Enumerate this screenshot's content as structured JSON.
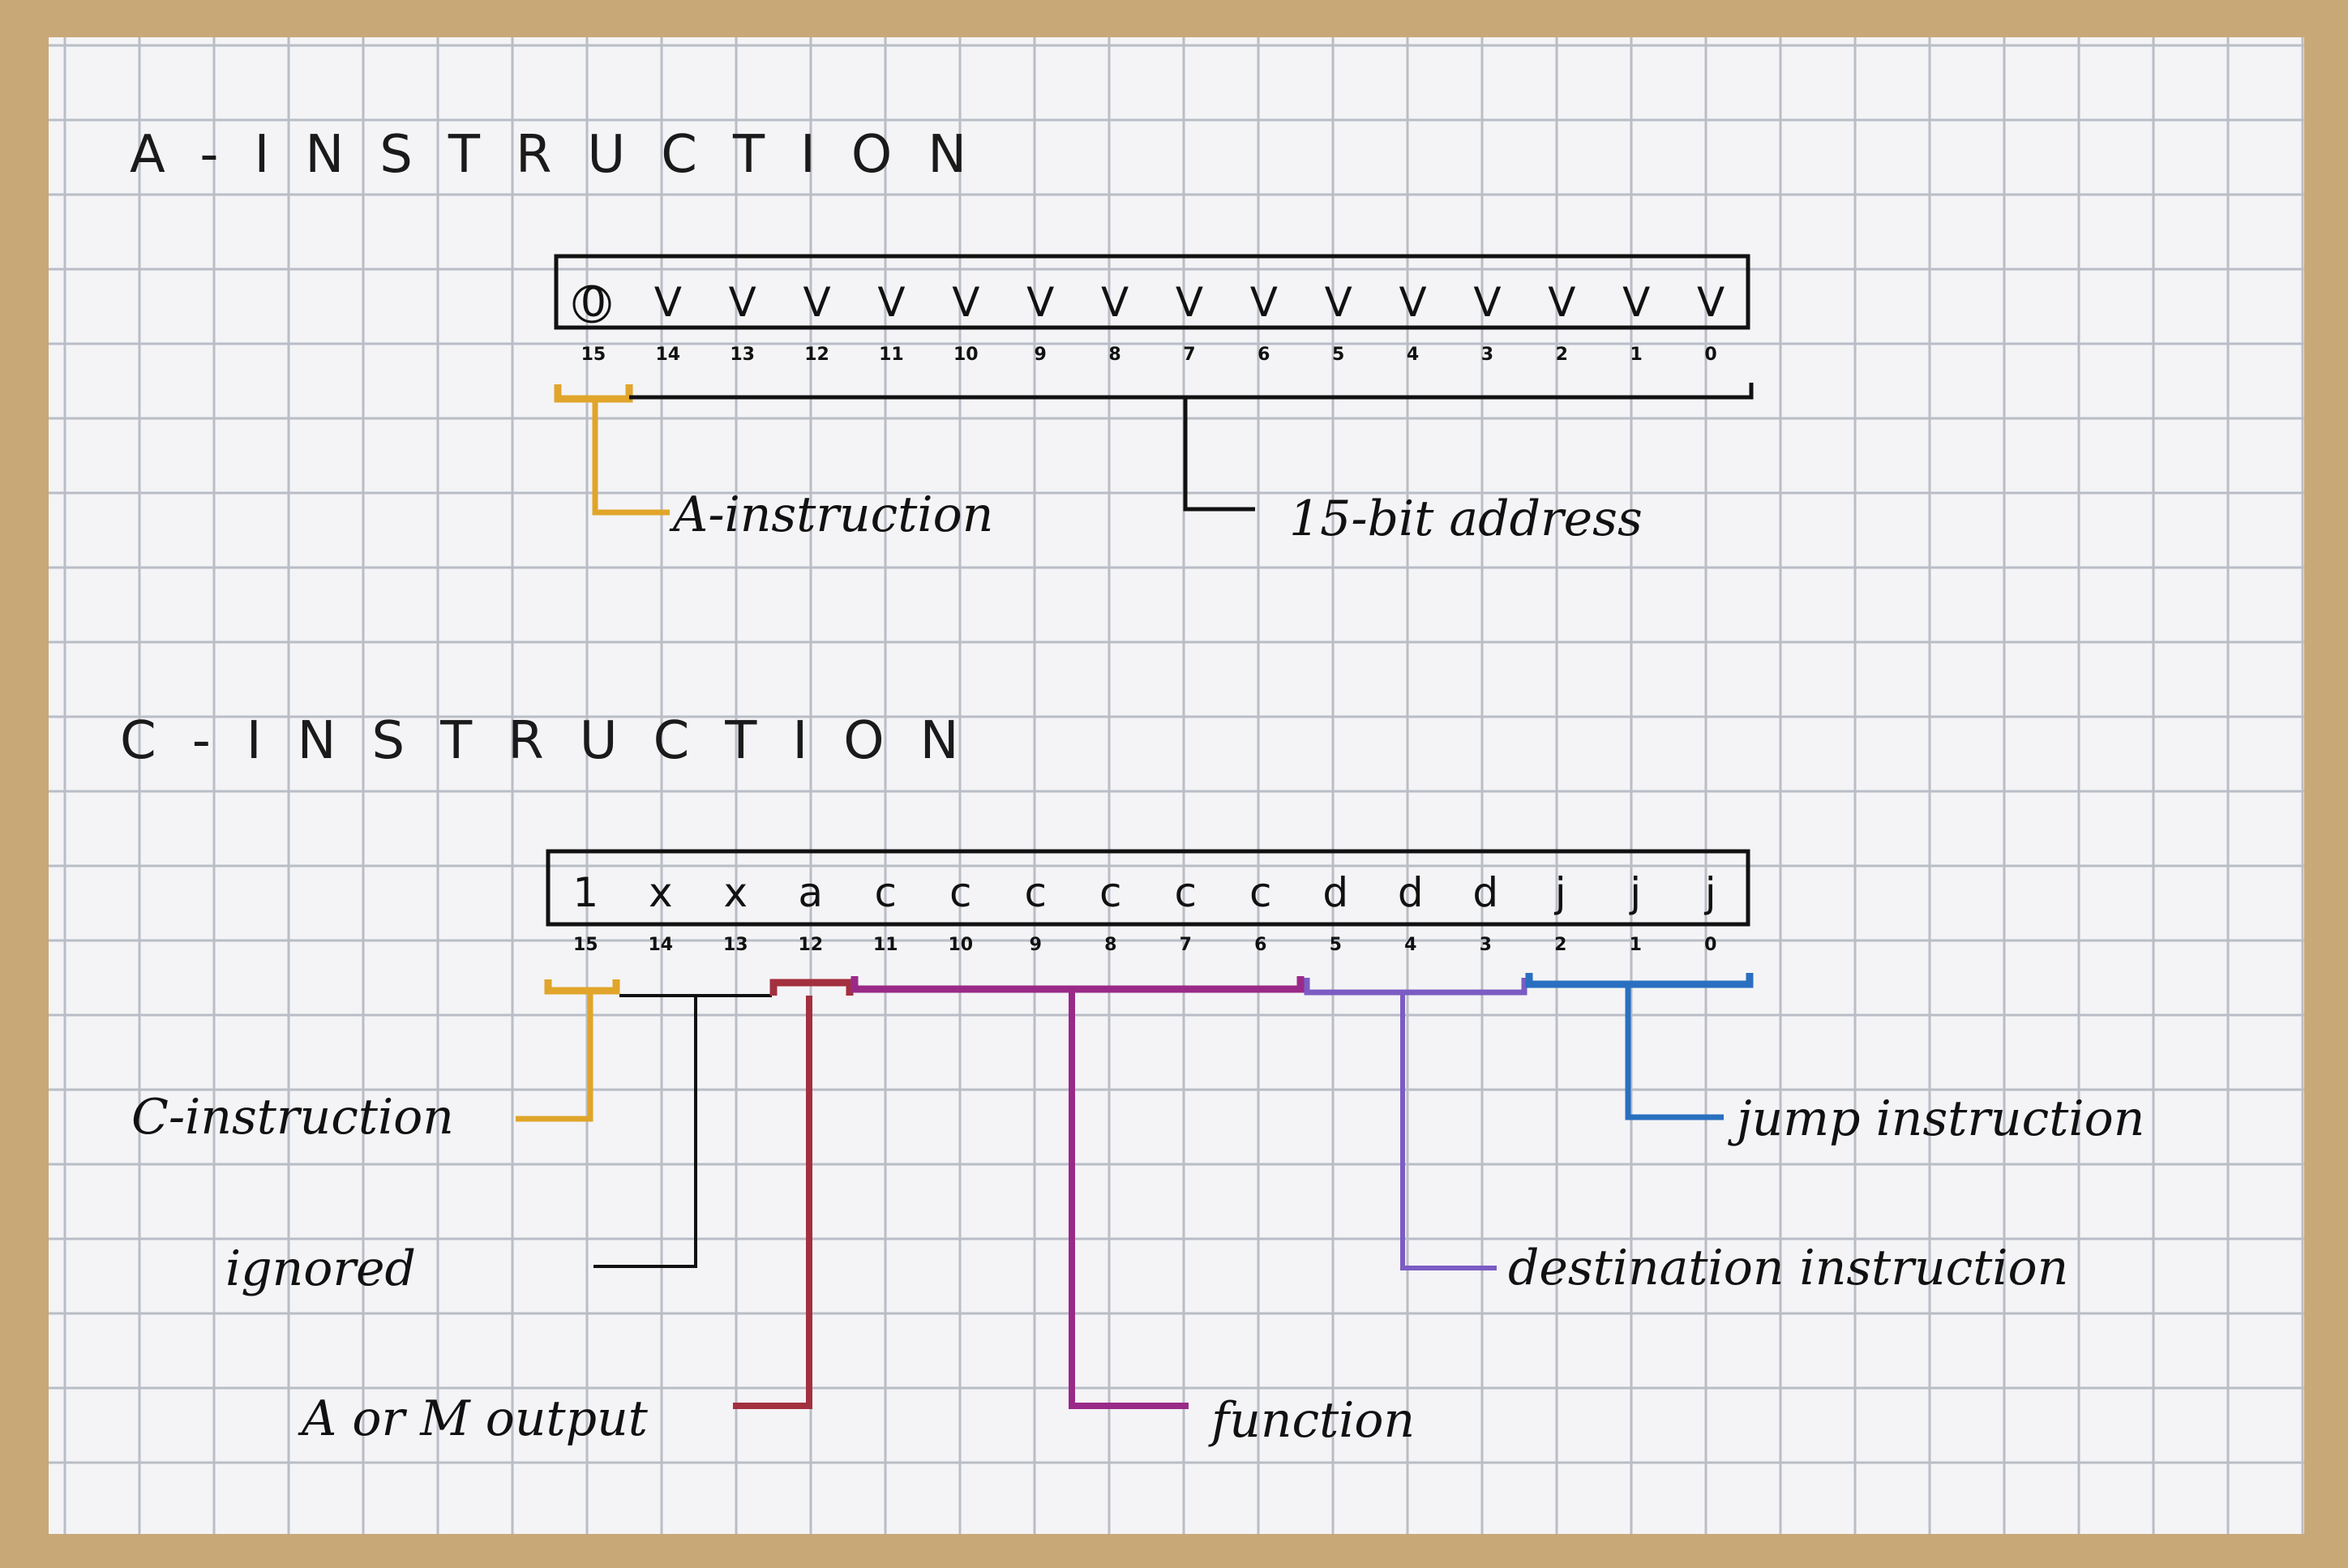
{
  "a_instruction": {
    "title": "A-INSTRUCTION",
    "bits": [
      "0",
      "V",
      "V",
      "V",
      "V",
      "V",
      "V",
      "V",
      "V",
      "V",
      "V",
      "V",
      "V",
      "V",
      "V",
      "V"
    ],
    "indices": [
      "15",
      "14",
      "13",
      "12",
      "11",
      "10",
      "9",
      "8",
      "7",
      "6",
      "5",
      "4",
      "3",
      "2",
      "1",
      "0"
    ],
    "labels": {
      "opcode": "A-instruction",
      "address": "15-bit address"
    }
  },
  "c_instruction": {
    "title": "C-INSTRUCTION",
    "bits": [
      "1",
      "x",
      "x",
      "a",
      "c",
      "c",
      "c",
      "c",
      "c",
      "c",
      "d",
      "d",
      "d",
      "j",
      "j",
      "j"
    ],
    "indices": [
      "15",
      "14",
      "13",
      "12",
      "11",
      "10",
      "9",
      "8",
      "7",
      "6",
      "5",
      "4",
      "3",
      "2",
      "1",
      "0"
    ],
    "labels": {
      "opcode": "C-instruction",
      "ignored": "ignored",
      "a_bit": "A or M output",
      "function": "function",
      "dest": "destination instruction",
      "jump": "jump instruction"
    }
  },
  "colors": {
    "paper": "#f4f4f6",
    "grid": "#b9bdc6",
    "ink": "#111111",
    "opcode": "#e0a52a",
    "a_bit": "#a3303f",
    "function": "#9a2a88",
    "dest": "#7b5cc4",
    "jump": "#2a6fc0"
  }
}
